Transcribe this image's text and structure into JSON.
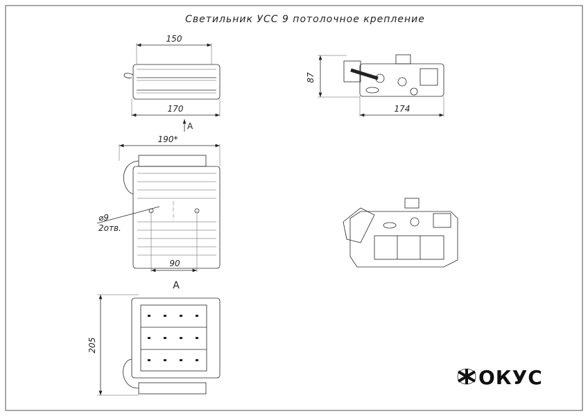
{
  "title": "Светильник  УСС  9  потолочное  крепление",
  "views": {
    "top": {
      "dim_inner": "150",
      "dim_outer": "170",
      "view_arrow": "A"
    },
    "side": {
      "dim_height": "87",
      "dim_length": "174"
    },
    "plan": {
      "dim_width": "190*",
      "hole_diameter": "⌀9",
      "hole_count": "2отв.",
      "hole_spacing": "90"
    },
    "view_a": {
      "label": "A",
      "dim_length": "205"
    }
  },
  "logo": {
    "text": "ФОКУС"
  },
  "colors": {
    "line": "#222222",
    "background": "#ffffff"
  }
}
